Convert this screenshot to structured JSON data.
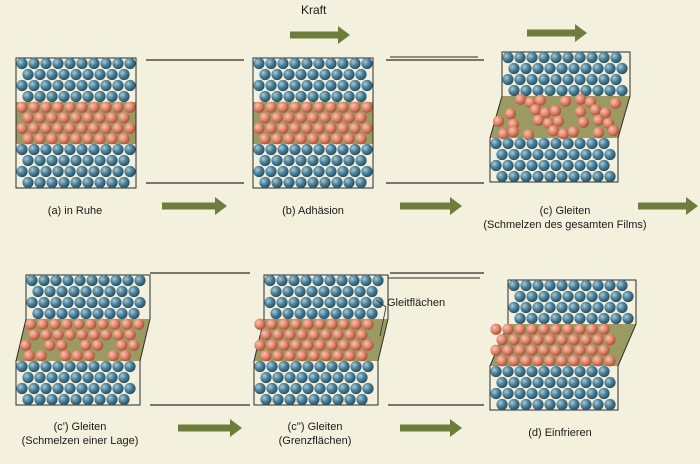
{
  "force_label": "Kraft",
  "glide_planes_label": "Gleitflächen",
  "panels": [
    {
      "id": "a",
      "lines": [
        "(a) in Ruhe"
      ]
    },
    {
      "id": "b",
      "lines": [
        "(b) Adhäsion"
      ]
    },
    {
      "id": "c",
      "lines": [
        "(c) Gleiten",
        "(Schmelzen des gesamten Films)"
      ]
    },
    {
      "id": "c1",
      "lines": [
        "(c') Gleiten",
        "(Schmelzen einer Lage)"
      ]
    },
    {
      "id": "c2",
      "lines": [
        "(c'') Gleiten",
        "(Grenzflächen)"
      ]
    },
    {
      "id": "d",
      "lines": [
        "(d) Einfrieren"
      ]
    }
  ],
  "colors": {
    "background": "#f3f0dd",
    "blue_atom": "#4a7f97",
    "orange_atom": "#e0866c",
    "film_fill": "#9c9a63",
    "arrow": "#6f7d3c",
    "line": "#2b2b2b"
  }
}
